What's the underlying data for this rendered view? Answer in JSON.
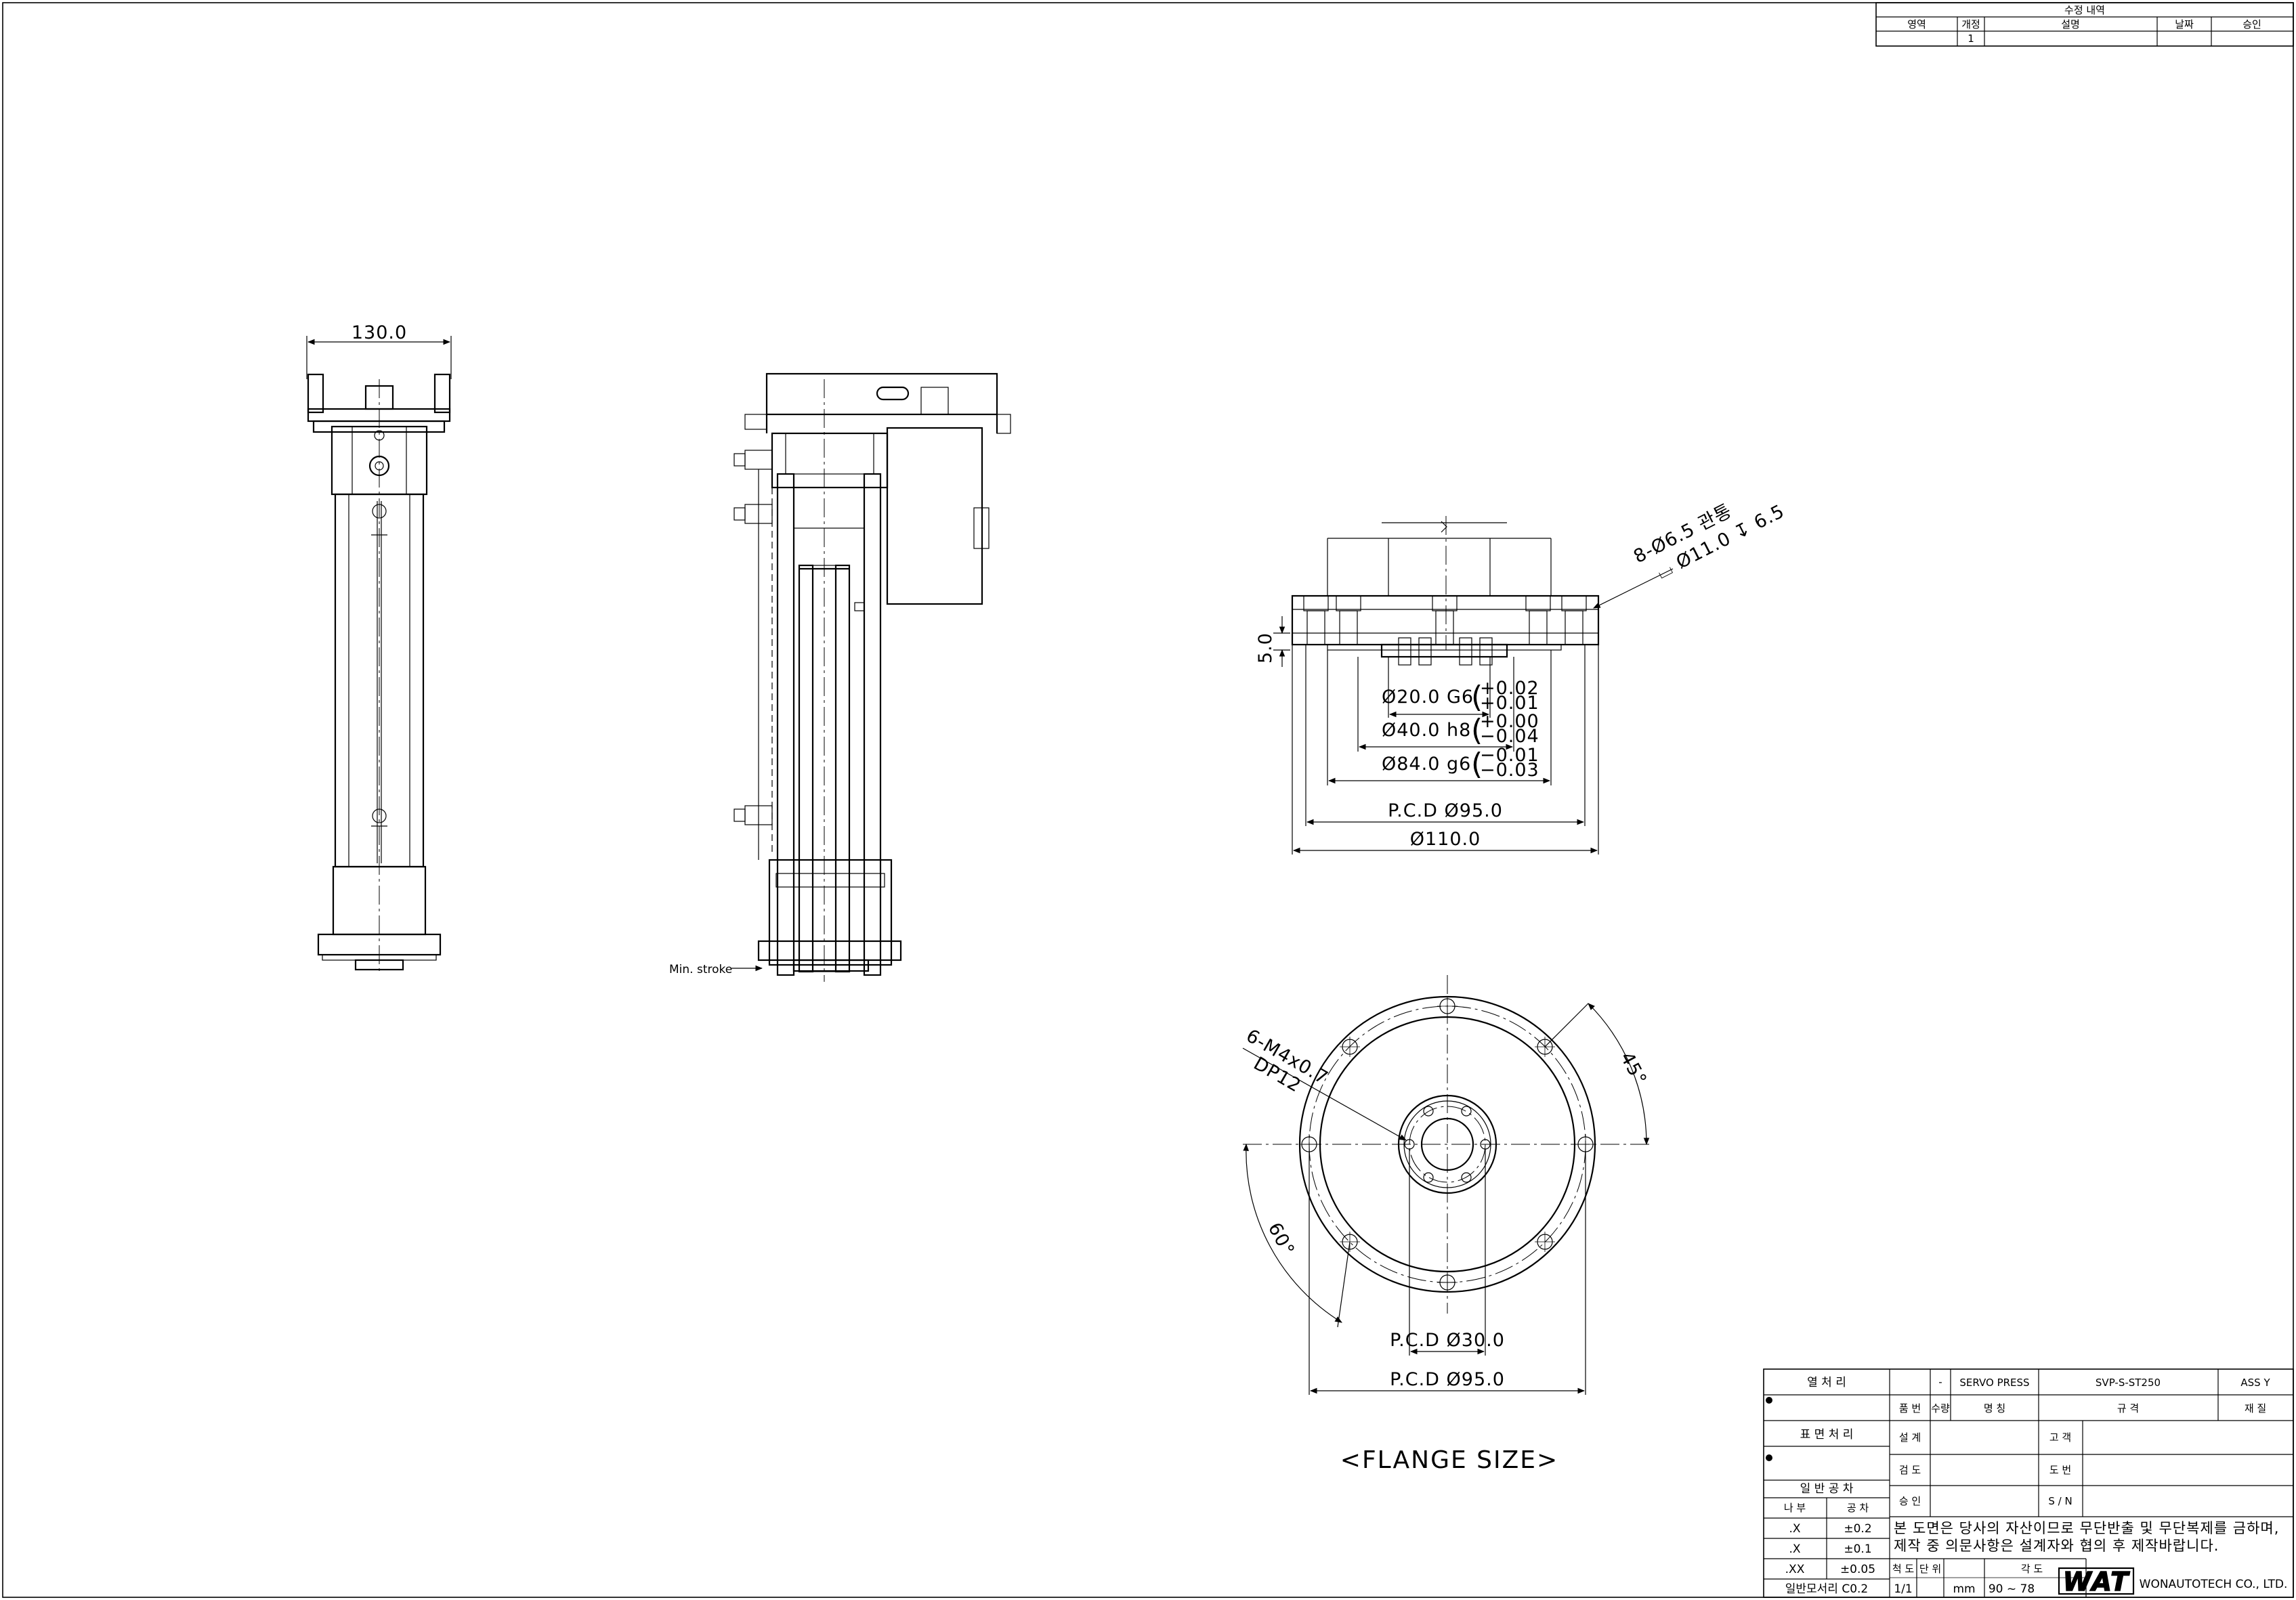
{
  "revision_block": {
    "title": "수정 내역",
    "headers": [
      "영역",
      "개정",
      "설명",
      "날짜",
      "승인"
    ],
    "row": [
      "",
      "1",
      "",
      "",
      ""
    ]
  },
  "side_view": {
    "width_dim": "130.0"
  },
  "section_view": {
    "min_stroke_label": "Min. stroke"
  },
  "flange_side": {
    "hole_callout_line1": "8-Ø6.5 관통",
    "hole_callout_line2": "⌴ Ø11.0 ↧ 6.5",
    "thickness_dim": "5.0",
    "fit1": {
      "label": "Ø20.0 G6",
      "upper": "+0.02",
      "lower": "+0.01"
    },
    "fit2": {
      "label": "Ø40.0 h8",
      "upper": "+0.00",
      "lower": "−0.04"
    },
    "fit3": {
      "label": "Ø84.0 g6",
      "upper": "−0.01",
      "lower": "−0.03"
    },
    "pcd_dim": "P.C.D Ø95.0",
    "od_dim": "Ø110.0"
  },
  "flange_front": {
    "tap_callout_line1": "6-M4x0.7",
    "tap_callout_line2": "DP12",
    "angle_45": "45°",
    "angle_60": "60°",
    "pcd_inner": "P.C.D Ø30.0",
    "pcd_outer": "P.C.D Ø95.0",
    "caption": "<FLANGE SIZE>"
  },
  "title_block": {
    "heat_treatment": "열 처 리",
    "surface_treatment": "표 면 처 리",
    "general_tolerance": "일 반 공 차",
    "tol_header": [
      "나 부",
      "공 차"
    ],
    "tolerances": [
      {
        "place": ".X",
        "value": "±0.2"
      },
      {
        "place": ".X",
        "value": "±0.1"
      },
      {
        "place": ".XX",
        "value": "±0.05"
      }
    ],
    "chamfer": "일반모서리 C0.2",
    "dash": "-",
    "product": "SERVO PRESS",
    "spec": "SVP-S-ST250",
    "material": "ASS Y",
    "col_no": "품 번",
    "col_qty": "수량",
    "col_name": "명 칭",
    "col_spec": "규 격",
    "col_material": "재 질",
    "design": "설 계",
    "check": "검 도",
    "approve": "승 인",
    "customer": "고 객",
    "drawing_no": "도 번",
    "sn": "S / N",
    "notice": "본 도면은 당사의 자산이므로 무단반출 및 무단복제를 금하며, 제작 중 의문사항은 설계자와 협의 후 제작바랍니다.",
    "scale_label": "척 도",
    "scale": "1/1",
    "unit_label": "단 위",
    "unit": "mm",
    "angle_label": "각 도",
    "angle": "90 ~ 78",
    "logo": "WAT",
    "company": "WONAUTOTECH CO., LTD."
  }
}
